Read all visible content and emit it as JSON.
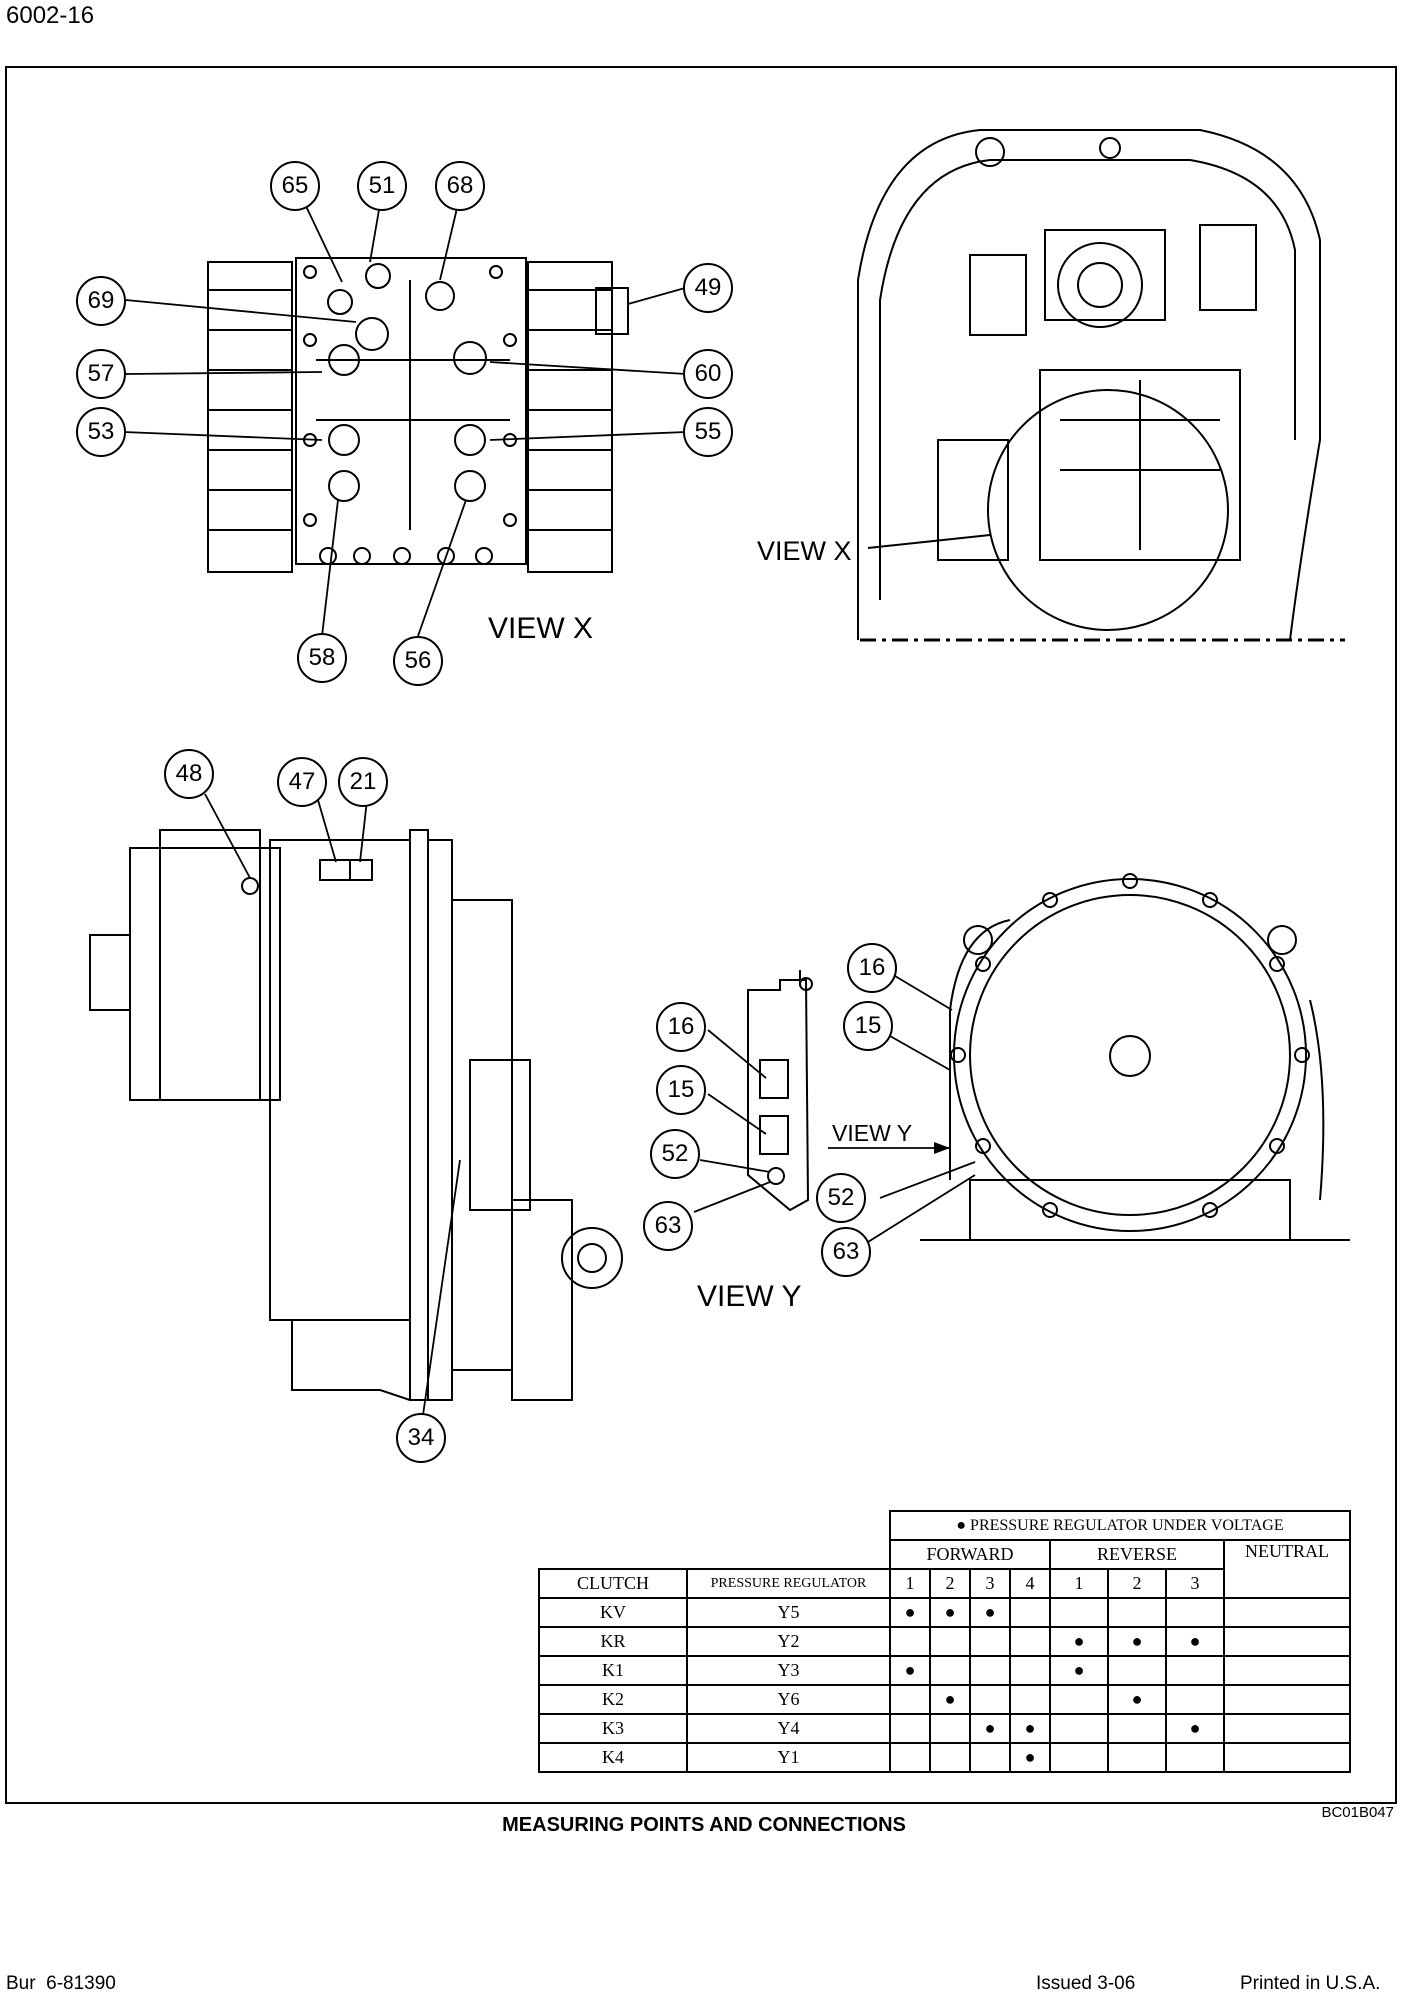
{
  "header": {
    "page_number": "6002-16"
  },
  "figure": {
    "caption": "MEASURING POINTS AND CONNECTIONS",
    "figure_id": "BC01B047",
    "view_labels": {
      "view_x": "VIEW X",
      "view_y": "VIEW Y"
    },
    "callouts_view_x": [
      "65",
      "51",
      "68",
      "69",
      "49",
      "57",
      "60",
      "53",
      "55",
      "58",
      "56"
    ],
    "callouts_side": [
      "48",
      "47",
      "21",
      "34"
    ],
    "callouts_view_y": [
      "16",
      "15",
      "52",
      "63"
    ]
  },
  "table": {
    "legend": "● PRESSURE REGULATOR UNDER VOLTAGE",
    "groups": [
      "FORWARD",
      "REVERSE",
      "NEUTRAL"
    ],
    "header_clutch": "CLUTCH",
    "header_regulator": "PRESSURE REGULATOR",
    "gears": [
      "1",
      "2",
      "3",
      "4",
      "1",
      "2",
      "3"
    ],
    "rows": [
      {
        "clutch": "KV",
        "regulator": "Y5",
        "marks": [
          "●",
          "●",
          "●",
          "",
          "",
          "",
          "",
          ""
        ]
      },
      {
        "clutch": "KR",
        "regulator": "Y2",
        "marks": [
          "",
          "",
          "",
          "",
          "●",
          "●",
          "●",
          ""
        ]
      },
      {
        "clutch": "K1",
        "regulator": "Y3",
        "marks": [
          "●",
          "",
          "",
          "",
          "●",
          "",
          "",
          ""
        ]
      },
      {
        "clutch": "K2",
        "regulator": "Y6",
        "marks": [
          "",
          "●",
          "",
          "",
          "",
          "●",
          "",
          ""
        ]
      },
      {
        "clutch": "K3",
        "regulator": "Y4",
        "marks": [
          "",
          "",
          "●",
          "●",
          "",
          "",
          "●",
          ""
        ]
      },
      {
        "clutch": "K4",
        "regulator": "Y1",
        "marks": [
          "",
          "",
          "",
          "●",
          "",
          "",
          "",
          ""
        ]
      }
    ]
  },
  "footer": {
    "left": "Bur  6-81390",
    "middle": "Issued 3-06",
    "right": "Printed in U.S.A."
  }
}
